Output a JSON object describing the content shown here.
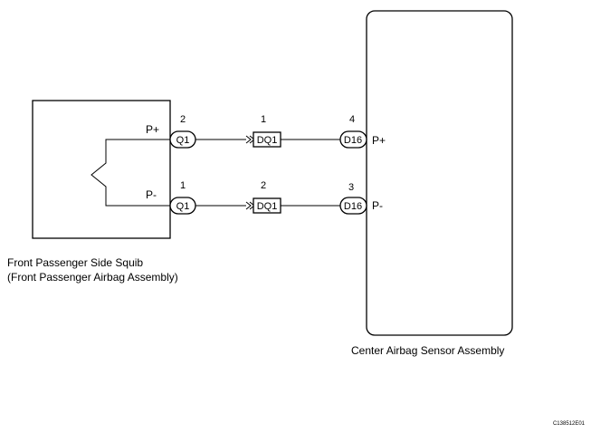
{
  "components": {
    "squib": {
      "label_line1": "Front Passenger Side Squib",
      "label_line2": "(Front Passenger Airbag Assembly)",
      "terminal_plus": "P+",
      "terminal_minus": "P-"
    },
    "sensor": {
      "label": "Center Airbag Sensor Assembly",
      "terminal_plus": "P+",
      "terminal_minus": "P-"
    }
  },
  "connectors": {
    "q1_top": {
      "name": "Q1",
      "pin": "2"
    },
    "q1_bottom": {
      "name": "Q1",
      "pin": "1"
    },
    "dq1_top": {
      "name": "DQ1",
      "pin": "1"
    },
    "dq1_bottom": {
      "name": "DQ1",
      "pin": "2"
    },
    "d16_top": {
      "name": "D16",
      "pin": "4"
    },
    "d16_bottom": {
      "name": "D16",
      "pin": "3"
    }
  },
  "figure_code": "C138512E01"
}
